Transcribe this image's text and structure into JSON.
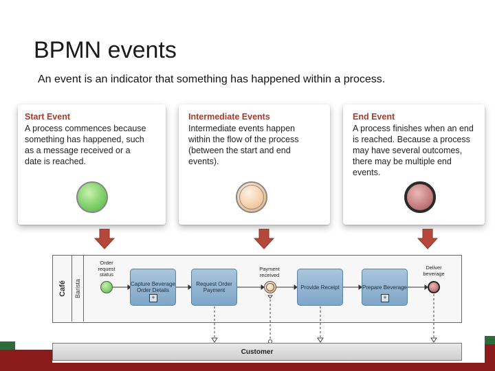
{
  "slide": {
    "title": "BPMN events",
    "subtitle": "An event is an indicator that something has happened within a process."
  },
  "cards": [
    {
      "title": "Start Event",
      "body_lines": [
        "A process commences because",
        "something has happened, such",
        "as a message received or a",
        "date is reached."
      ],
      "event_type": "start"
    },
    {
      "title": "Intermediate Events",
      "body_lines": [
        "Intermediate events happen",
        "within the flow of the process",
        "(between the start and end",
        "events)."
      ],
      "event_type": "intermediate"
    },
    {
      "title": "End Event",
      "body_lines": [
        "A process finishes when an end",
        "is reached. Because a process",
        "may have several outcomes,",
        "there may be multiple end",
        "events."
      ],
      "event_type": "end"
    }
  ],
  "diagram": {
    "pool_label": "Café",
    "lane_label": "Barista",
    "start_label": [
      "Order",
      "request",
      "status"
    ],
    "intermediate_label": [
      "Payment",
      "received"
    ],
    "end_label": [
      "Deliver",
      "beverage"
    ],
    "tasks": [
      {
        "label": [
          "Capture Beverage",
          "Order Details"
        ],
        "has_subprocess": true
      },
      {
        "label": [
          "Request Order",
          "Payment"
        ],
        "has_subprocess": false
      },
      {
        "label": [
          "Provide Receipt"
        ],
        "has_subprocess": false
      },
      {
        "label": [
          "Prepare Beverage"
        ],
        "has_subprocess": true
      }
    ],
    "customer_label": "Customer",
    "subprocess_marker": "+"
  },
  "colors": {
    "card_title": "#a83a2a",
    "arrow": "#b5483a",
    "footer_red": "#8b1a1a",
    "footer_green": "#2e6b3a"
  }
}
